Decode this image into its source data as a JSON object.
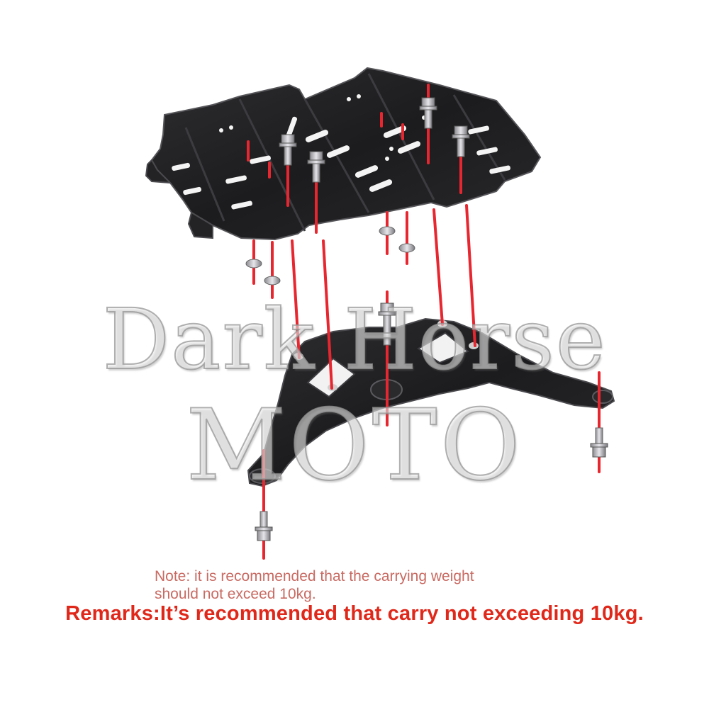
{
  "watermark": {
    "line1": "Dark Horse",
    "line2": "MOTO"
  },
  "note": {
    "line1": "Note: it is recommended that the carrying weight",
    "line2": "should not exceed 10kg."
  },
  "remarks": "Remarks:It’s recommended that carry not exceeding 10kg.",
  "colors": {
    "part": "#1f1f21",
    "part_edge": "#4a4a4e",
    "guide_line": "#e8262f",
    "note_text": "#c96a62",
    "remarks_text": "#e0281a"
  }
}
